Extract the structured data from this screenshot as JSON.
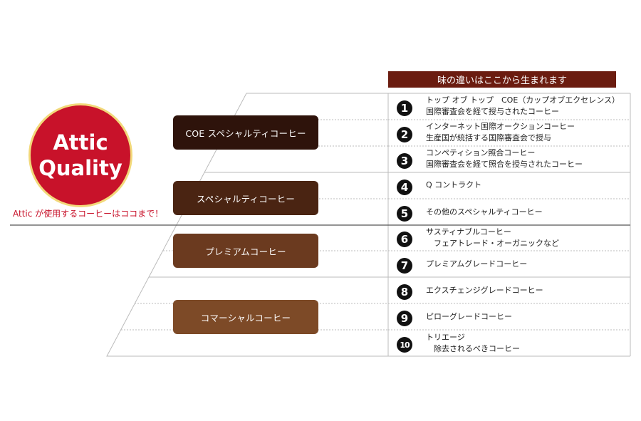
{
  "badge": {
    "line1": "Attic",
    "line2": "Quality"
  },
  "note": "Attic が使用するコーヒーはココまで！",
  "header": "味の違いはここから生まれます",
  "tiers": [
    {
      "label": "COE スペシャルティコーヒー",
      "color": "#2e130b"
    },
    {
      "label": "スペシャルティコーヒー",
      "color": "#4a2412"
    },
    {
      "label": "プレミアムコーヒー",
      "color": "#6b3a1f"
    },
    {
      "label": "コマーシャルコーヒー",
      "color": "#7d4a27"
    }
  ],
  "items": [
    {
      "num": "1",
      "line1": "トップ オブ トップ　COE（カップオブエクセレンス）",
      "line2": "国際審査会を経て授与されたコーヒー"
    },
    {
      "num": "2",
      "line1": "インターネット国際オークションコーヒー",
      "line2": "生産国が統括する国際審査会で授与"
    },
    {
      "num": "3",
      "line1": "コンペティション照合コーヒー",
      "line2": "国際審査会を経て照合を授与されたコーヒー"
    },
    {
      "num": "4",
      "line1": "Q コントラクト",
      "line2": ""
    },
    {
      "num": "5",
      "line1": "その他のスペシャルティコーヒー",
      "line2": ""
    },
    {
      "num": "6",
      "line1": "サスティナブルコーヒー",
      "line2": "　フェアトレード・オーガニックなど"
    },
    {
      "num": "7",
      "line1": "プレミアムグレードコーヒー",
      "line2": ""
    },
    {
      "num": "8",
      "line1": "エクスチェンジグレードコーヒー",
      "line2": ""
    },
    {
      "num": "9",
      "line1": "ピローグレードコーヒー",
      "line2": ""
    },
    {
      "num": "10",
      "line1": "トリエージ",
      "line2": "　除去されるべきコーヒー"
    }
  ]
}
